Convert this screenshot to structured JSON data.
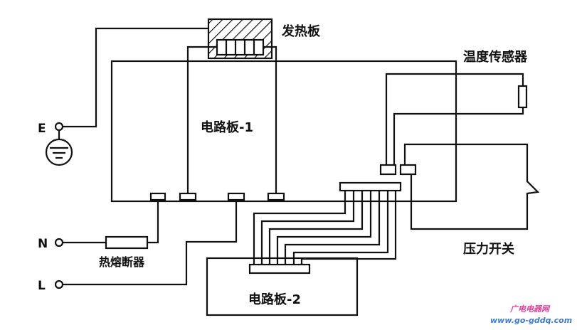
{
  "labels": {
    "heater": "发热板",
    "temp_sensor": "温度传感器",
    "board1": "电路板-1",
    "board2": "电路板-2",
    "pressure_switch": "压力开关",
    "thermal_fuse": "热熔断器",
    "terminal_e": "E",
    "terminal_n": "N",
    "terminal_l": "L"
  },
  "watermark": {
    "name": "广电电器网",
    "url": "www.go-gddq.com"
  },
  "colors": {
    "line": "#111111",
    "watermark_pink": "#e8409a",
    "watermark_blue": "#3a7bd5"
  }
}
